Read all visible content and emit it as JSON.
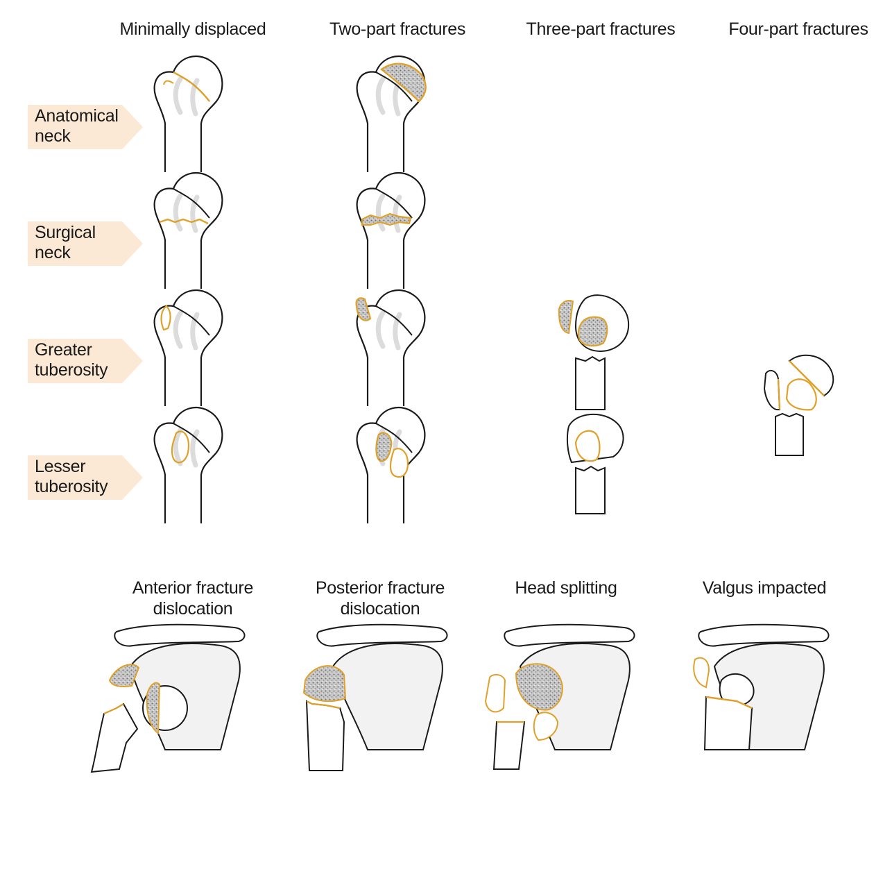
{
  "columns": [
    {
      "id": "minimal",
      "title": "Minimally displaced"
    },
    {
      "id": "two-part",
      "title": "Two-part fractures"
    },
    {
      "id": "three-part",
      "title": "Three-part fractures"
    },
    {
      "id": "four-part",
      "title": "Four-part fractures"
    }
  ],
  "rows": [
    {
      "id": "anatomical-neck",
      "line1": "Anatomical",
      "line2": "neck"
    },
    {
      "id": "surgical-neck",
      "line1": "Surgical",
      "line2": "neck"
    },
    {
      "id": "greater-tuberosity",
      "line1": "Greater",
      "line2": "tuberosity"
    },
    {
      "id": "lesser-tuberosity",
      "line1": "Lesser",
      "line2": "tuberosity"
    }
  ],
  "bottom": [
    {
      "id": "anterior",
      "line1": "Anterior fracture",
      "line2": "dislocation"
    },
    {
      "id": "posterior",
      "line1": "Posterior fracture",
      "line2": "dislocation"
    },
    {
      "id": "head-splitting",
      "line1": "Head splitting",
      "line2": ""
    },
    {
      "id": "valgus",
      "line1": "Valgus impacted",
      "line2": ""
    }
  ],
  "colors": {
    "fracture_line": "#e0a12a",
    "bone_fill": "#ffffff",
    "bone_outline": "#1a1a1a",
    "shade": "#e8e8e8",
    "label_bg": "#fbe9d6",
    "cancellous": "#9a9a9a"
  }
}
